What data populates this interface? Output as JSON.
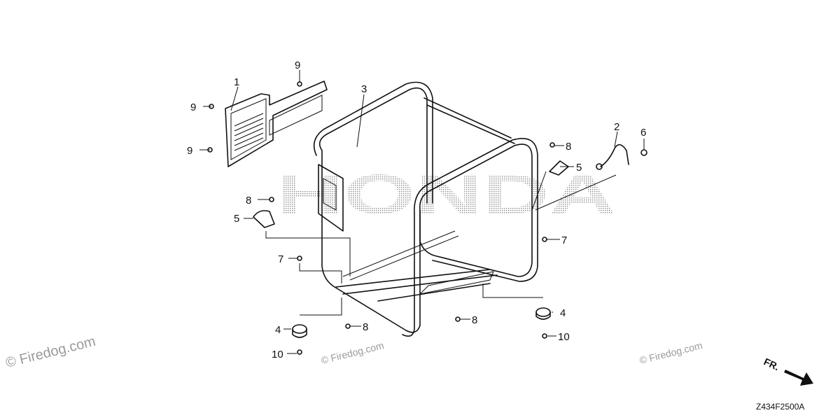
{
  "diagram": {
    "callouts": {
      "c1": "1",
      "c2": "2",
      "c3": "3",
      "c4a": "4",
      "c4b": "4",
      "c5a": "5",
      "c5b": "5",
      "c6": "6",
      "c7a": "7",
      "c7b": "7",
      "c8a": "8",
      "c8b": "8",
      "c8c": "8",
      "c8d": "8",
      "c9a": "9",
      "c9b": "9",
      "c9c": "9",
      "c10a": "10",
      "c10b": "10"
    },
    "brand_watermark": "HONDA",
    "direction_label": "FR.",
    "diagram_code": "Z434F2500A"
  },
  "watermarks": {
    "large": "© Firedog.com",
    "small_1": "© Firedog.com",
    "small_2": "© Firedog.com"
  },
  "colors": {
    "line": "#111111",
    "watermark": "#9a9a9a",
    "brand_dots": "#8c8c8c"
  }
}
